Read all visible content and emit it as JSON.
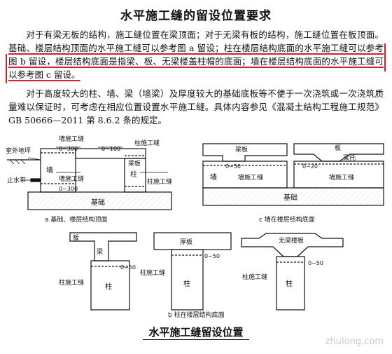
{
  "title": "水平施工缝的留设位置要求",
  "paragraph1": {
    "intro": "对于有梁无板的结构，施工缝位置在梁顶面；对于无梁有板的结构，施工缝位置在板顶面。",
    "highlighted": "基础、楼层结构顶面的水平施工缝可以参考图 a 留设；柱在楼层结构底面的水平施工缝可以参考图 b 留设，楼层结构底面是指梁、板、无梁楼盖柱帽的底面；墙在楼层结构底面的水平施工缝可以参考图 c 留设。"
  },
  "paragraph2": "对于高度较大的柱、墙、梁（墙梁）及厚度较大的基础底板等不便于一次浇筑或一次浇筑质量难以保证时，可考虑在相应位置设置水平施工缝。具体内容参见《混凝土结构工程施工规范》GB 50666—2011 第 8.6.2 条的规定。",
  "figure_a": {
    "caption": "a 基础、楼层结构顶面",
    "labels": {
      "outdoor_ground": "室外地坪",
      "waterstop": "止水带",
      "wall_joint_top": "墙施工缝",
      "dim_0_300_top": "0~300",
      "dim_0_100": "0~100",
      "beam_board": "梁板",
      "column_joint_top": "柱施工缝",
      "wall": "墙",
      "column": "柱",
      "wall_joint_bottom": "墙施工缝",
      "dim_0_300_bottom": "0~300",
      "column_joint_bottom": "柱施工缝",
      "foundation": "基础"
    }
  },
  "figure_c": {
    "caption": "c 墙在楼层结构底面",
    "labels": {
      "beam_board": "梁板",
      "dim_0_50": "0~50",
      "wall_joint_left": "墙施工缝",
      "board": "板",
      "beam_support": "梁托",
      "dim_0_20": "0~20",
      "wall_joint_right": "墙施工缝",
      "wall": "墙",
      "foundation": "基础"
    }
  },
  "figure_b": {
    "caption": "b 柱在楼层结构底面",
    "labels": {
      "slab": "板",
      "beam": "梁",
      "dim_0_50_left": "0~50",
      "column_joint_left": "柱施工缝",
      "column_left": "柱",
      "thick_slab": "厚板",
      "dim_0_50_mid": "0~50",
      "column_joint_mid": "柱施工缝",
      "column_mid": "柱",
      "flat_slab": "无梁楼板",
      "dim_0_50_right": "0~50",
      "column_joint_right": "柱施工缝",
      "column_right": "柱"
    }
  },
  "caption": "水平施工缝留设位置",
  "watermark": "zhulong.com"
}
